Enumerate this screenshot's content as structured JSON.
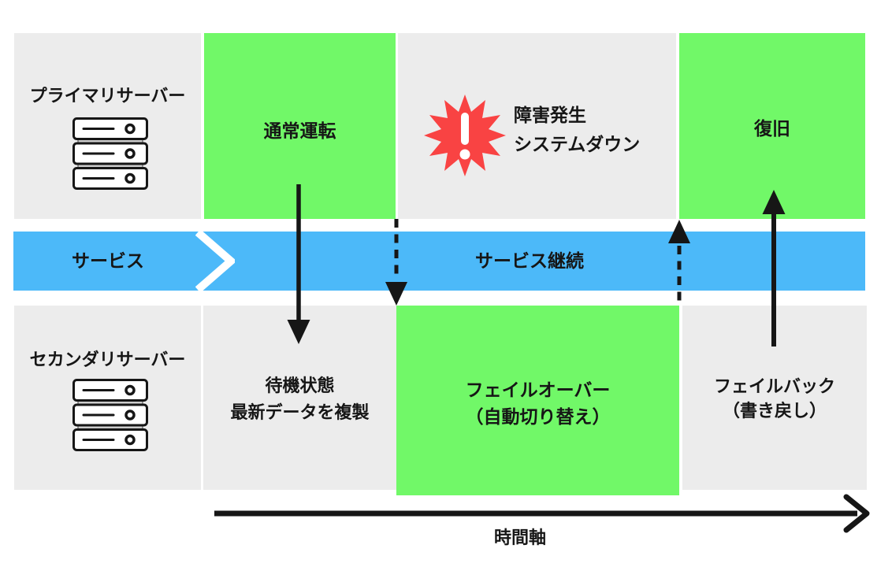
{
  "colors": {
    "green": "#71f868",
    "blue": "#4cb9f9",
    "gray": "#ececec",
    "red": "#f94343",
    "ink": "#161616"
  },
  "primary_row": {
    "label": "プライマリサーバー",
    "normal_box": "通常運転",
    "failure": {
      "line1": "障害発生",
      "line2": "システムダウン"
    },
    "recovery_box": "復旧"
  },
  "service_band": {
    "left_label": "サービス",
    "right_label": "サービス継続"
  },
  "secondary_row": {
    "label": "セカンダリサーバー",
    "standby": {
      "line1": "待機状態",
      "line2": "最新データを複製"
    },
    "failover": {
      "line1": "フェイルオーバー",
      "line2": "（自動切り替え）"
    },
    "failback": {
      "line1": "フェイルバック",
      "line2": "（書き戻し）"
    }
  },
  "time_axis": {
    "label": "時間軸"
  }
}
